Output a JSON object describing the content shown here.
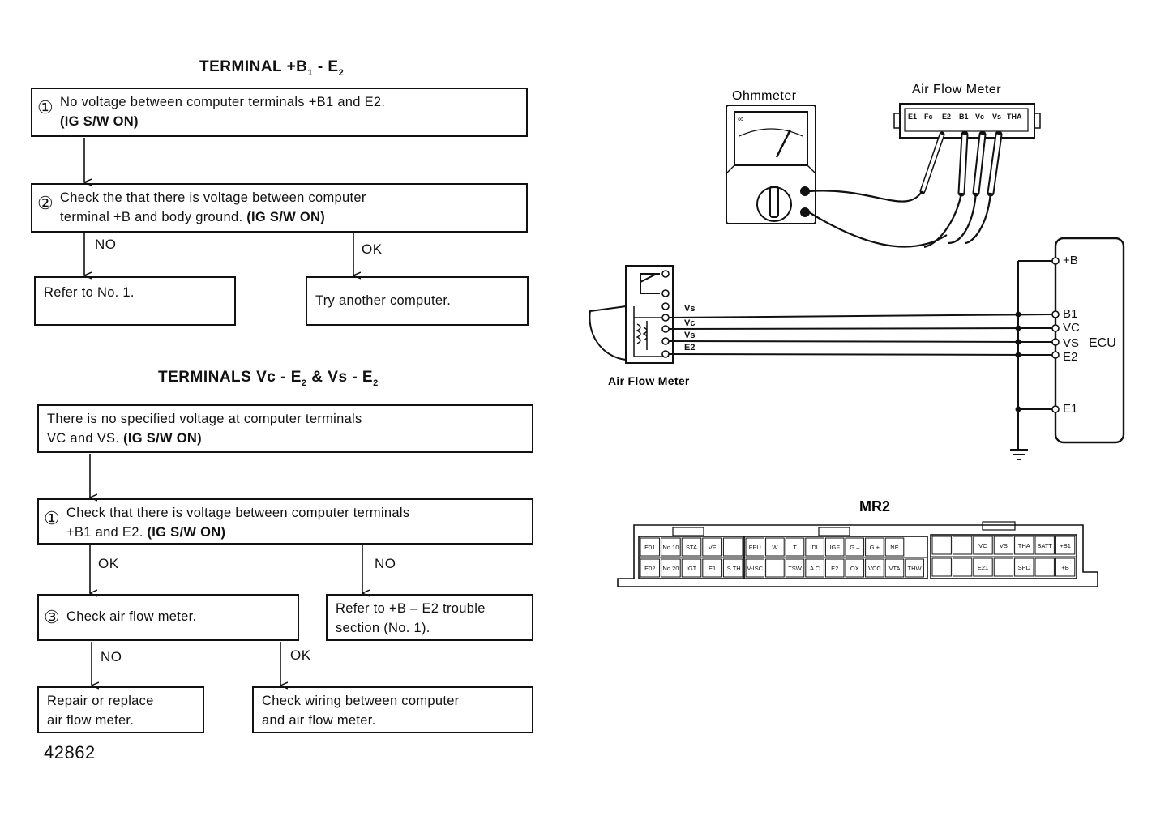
{
  "flow1": {
    "title_main": "TERMINAL +B",
    "title_sub1": "1",
    "title_sep": " - E",
    "title_sub2": "2",
    "step1": {
      "mark": "①",
      "line1": "No voltage between computer terminals +B1 and E2.",
      "line2": "(IG S/W ON)"
    },
    "step2": {
      "mark": "②",
      "line1": "Check the that there is voltage between computer",
      "line2a": "terminal +B and body ground. ",
      "line2b": "(IG S/W ON)"
    },
    "branch_no": "NO",
    "branch_ok": "OK",
    "no_result": "Refer to No. 1.",
    "ok_result": "Try another computer."
  },
  "flow2": {
    "title_a": "TERMINALS Vc - E",
    "title_sub_a": "2",
    "title_b": " & Vs - E",
    "title_sub_b": "2",
    "start_line1": "There is no specified voltage at computer terminals",
    "start_line2a": "VC and VS. ",
    "start_line2b": "(IG S/W ON)",
    "step1": {
      "mark": "①",
      "line1": "Check that there is voltage between computer terminals",
      "line2a": "+B1 and E2. ",
      "line2b": "(IG S/W ON)"
    },
    "branch1_ok": "OK",
    "branch1_no": "NO",
    "step3": {
      "mark": "③",
      "text": "Check air flow meter."
    },
    "refer_line1": "Refer to +B – E2 trouble",
    "refer_line2": "section (No. 1).",
    "branch3_no": "NO",
    "branch3_ok": "OK",
    "repair_line1": "Repair or replace",
    "repair_line2": "air flow meter.",
    "wiring_line1": "Check wiring between computer",
    "wiring_line2": "and air flow meter."
  },
  "figure_id": "42862",
  "diagram": {
    "ohmmeter_label": "Ohmmeter",
    "afm_top_label": "Air Flow Meter",
    "afm_pins": [
      "E1",
      "Fc",
      "E2",
      "B1",
      "Vc",
      "Vs",
      "THA"
    ],
    "afm_bottom_label": "Air Flow Meter",
    "afm_terminals": [
      "Vs",
      "Vc",
      "Vs",
      "E2"
    ],
    "ecu_label": "ECU",
    "ecu_pins": [
      "+B",
      "B1",
      "VC",
      "VS",
      "E2",
      "E1"
    ]
  },
  "connector": {
    "title": "MR2",
    "left_row1": [
      "E01",
      "No 10",
      "STA",
      "VF",
      ""
    ],
    "left_row2": [
      "E02",
      "No 20",
      "IGT",
      "E1",
      "IS TH"
    ],
    "mid_row1": [
      "FPU",
      "W",
      "T",
      "IDL",
      "IGF",
      "G –",
      "G +",
      "NE"
    ],
    "mid_row2": [
      "V-ISC",
      "",
      "TSW",
      "A C",
      "E2",
      "OX",
      "VCC",
      "VTA",
      "THW"
    ],
    "right_row1": [
      "",
      "",
      "VC",
      "VS",
      "THA",
      "BATT",
      "+B1"
    ],
    "right_row2": [
      "",
      "",
      "E21",
      "",
      "SPD",
      "",
      "+B"
    ]
  }
}
